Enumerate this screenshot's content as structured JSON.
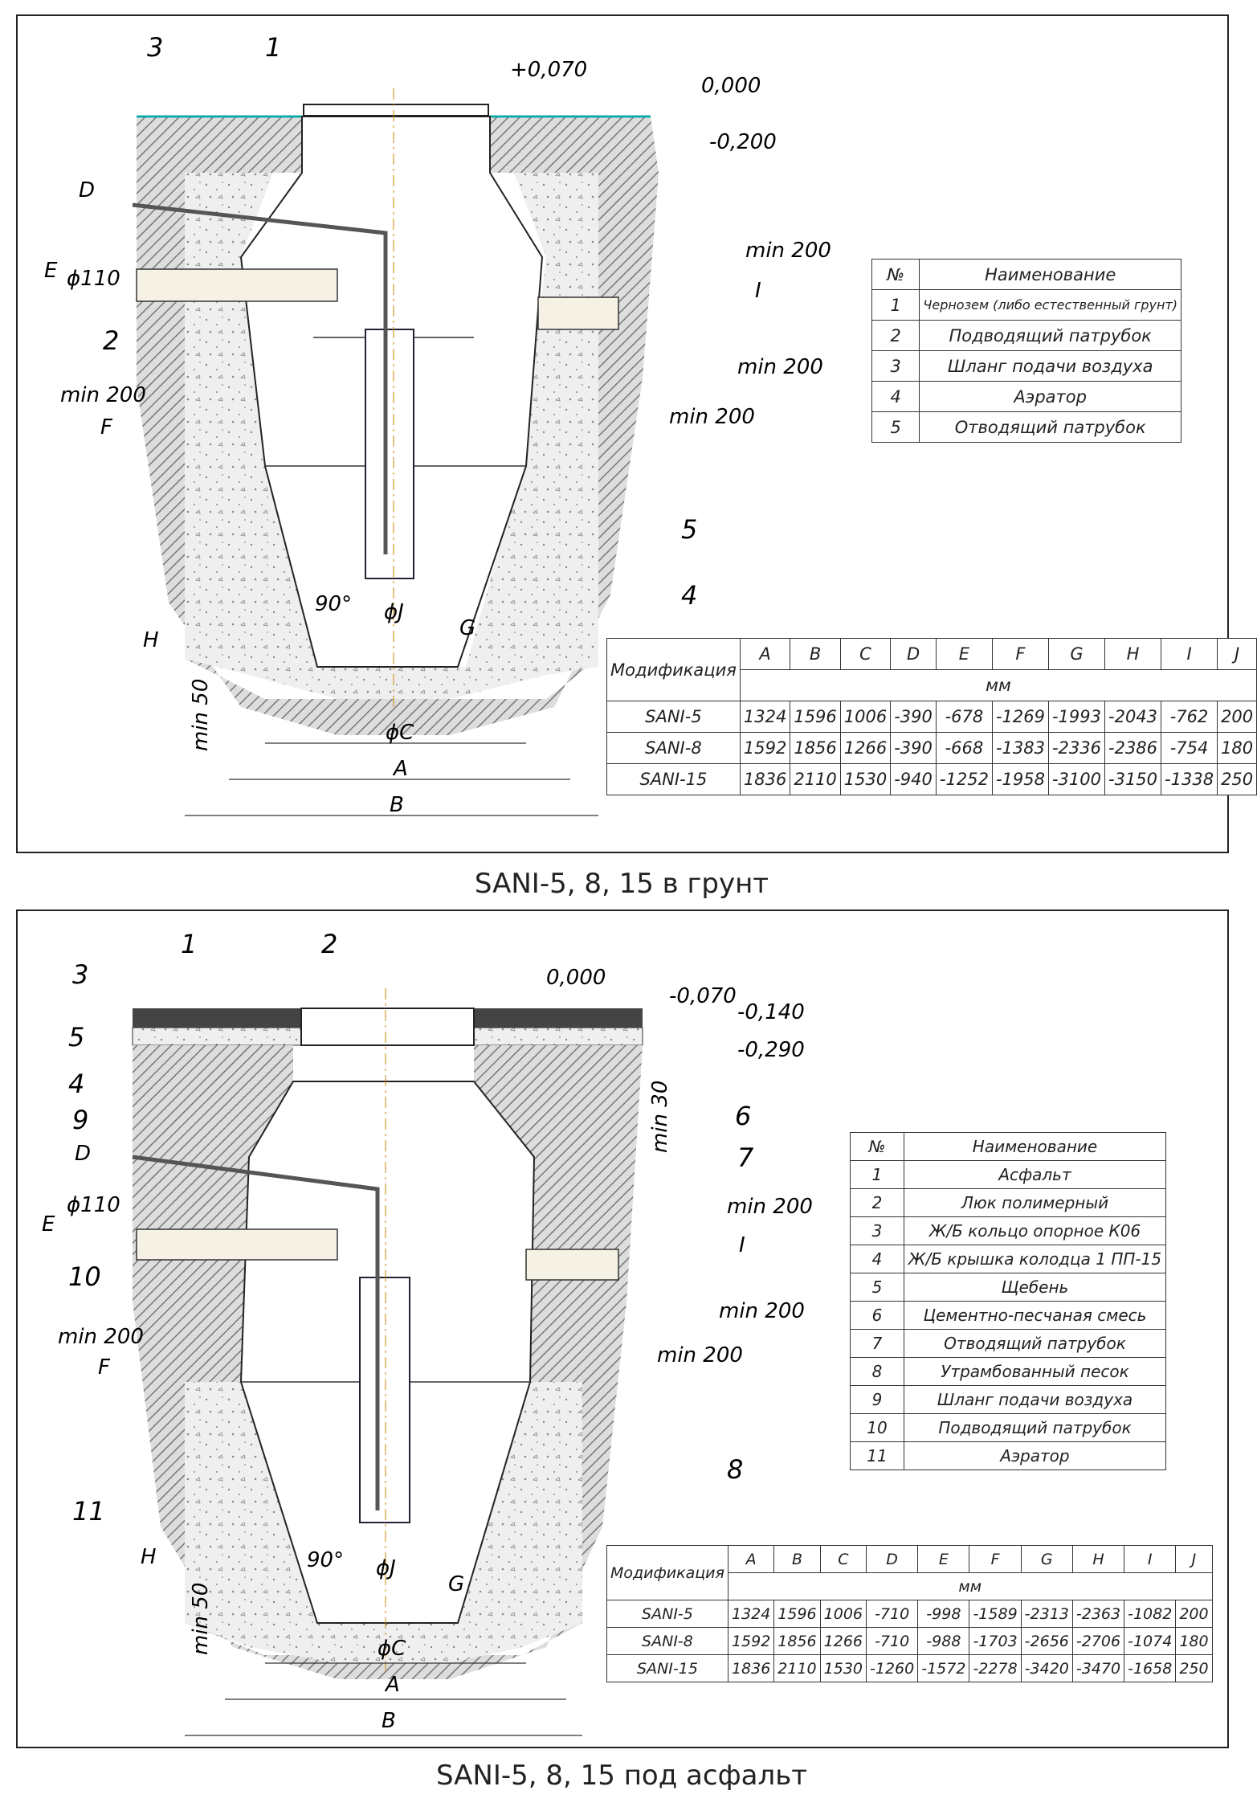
{
  "drawing1": {
    "caption": "SANI-5, 8, 15 в грунт",
    "callouts": [
      "1",
      "2",
      "3",
      "4",
      "5"
    ],
    "levels": {
      "top": "+0,070",
      "ground": "0,000",
      "minus": "-0,200"
    },
    "dims": {
      "d110": "ϕ110",
      "min200": "min 200",
      "min50": "min 50",
      "angle": "90°",
      "phiJ": "ϕJ",
      "phiC": "ϕC",
      "A": "A",
      "B": "B"
    },
    "letters": {
      "D": "D",
      "E": "E",
      "F": "F",
      "G": "G",
      "H": "H",
      "I": "I"
    },
    "legend": {
      "header": [
        "№",
        "Наименование"
      ],
      "rows": [
        [
          "1",
          "Чернозем (либо естественный грунт)"
        ],
        [
          "2",
          "Подводящий патрубок"
        ],
        [
          "3",
          "Шланг подачи воздуха"
        ],
        [
          "4",
          "Аэратор"
        ],
        [
          "5",
          "Отводящий патрубок"
        ]
      ]
    },
    "table": {
      "mod_label": "Модификация",
      "columns": [
        "A",
        "B",
        "C",
        "D",
        "E",
        "F",
        "G",
        "H",
        "I",
        "J"
      ],
      "unit": "мм",
      "rows": [
        [
          "SANI-5",
          "1324",
          "1596",
          "1006",
          "-390",
          "-678",
          "-1269",
          "-1993",
          "-2043",
          "-762",
          "200"
        ],
        [
          "SANI-8",
          "1592",
          "1856",
          "1266",
          "-390",
          "-668",
          "-1383",
          "-2336",
          "-2386",
          "-754",
          "180"
        ],
        [
          "SANI-15",
          "1836",
          "2110",
          "1530",
          "-940",
          "-1252",
          "-1958",
          "-3100",
          "-3150",
          "-1338",
          "250"
        ]
      ]
    }
  },
  "drawing2": {
    "caption": "SANI-5, 8, 15 под асфальт",
    "callouts": [
      "1",
      "2",
      "3",
      "4",
      "5",
      "6",
      "7",
      "8",
      "9",
      "10",
      "11"
    ],
    "levels": {
      "ground": "0,000",
      "l1": "-0,070",
      "l2": "-0,140",
      "l3": "-0,290"
    },
    "dims": {
      "d110": "ϕ110",
      "min200": "min 200",
      "min30": "min 30",
      "min50": "min 50",
      "angle": "90°",
      "phiJ": "ϕJ",
      "phiC": "ϕC",
      "A": "A",
      "B": "B"
    },
    "letters": {
      "D": "D",
      "E": "E",
      "F": "F",
      "G": "G",
      "H": "H",
      "I": "I"
    },
    "legend": {
      "header": [
        "№",
        "Наименование"
      ],
      "rows": [
        [
          "1",
          "Асфальт"
        ],
        [
          "2",
          "Люк полимерный"
        ],
        [
          "3",
          "Ж/Б кольцо опорное К06"
        ],
        [
          "4",
          "Ж/Б крышка колодца 1 ПП-15"
        ],
        [
          "5",
          "Щебень"
        ],
        [
          "6",
          "Цементно-песчаная смесь"
        ],
        [
          "7",
          "Отводящий патрубок"
        ],
        [
          "8",
          "Утрамбованный песок"
        ],
        [
          "9",
          "Шланг подачи воздуха"
        ],
        [
          "10",
          "Подводящий патрубок"
        ],
        [
          "11",
          "Аэратор"
        ]
      ]
    },
    "table": {
      "mod_label": "Модификация",
      "columns": [
        "A",
        "B",
        "C",
        "D",
        "E",
        "F",
        "G",
        "H",
        "I",
        "J"
      ],
      "unit": "мм",
      "rows": [
        [
          "SANI-5",
          "1324",
          "1596",
          "1006",
          "-710",
          "-998",
          "-1589",
          "-2313",
          "-2363",
          "-1082",
          "200"
        ],
        [
          "SANI-8",
          "1592",
          "1856",
          "1266",
          "-710",
          "-988",
          "-1703",
          "-2656",
          "-2706",
          "-1074",
          "180"
        ],
        [
          "SANI-15",
          "1836",
          "2110",
          "1530",
          "-1260",
          "-1572",
          "-2278",
          "-3420",
          "-3470",
          "-1658",
          "250"
        ]
      ]
    }
  }
}
